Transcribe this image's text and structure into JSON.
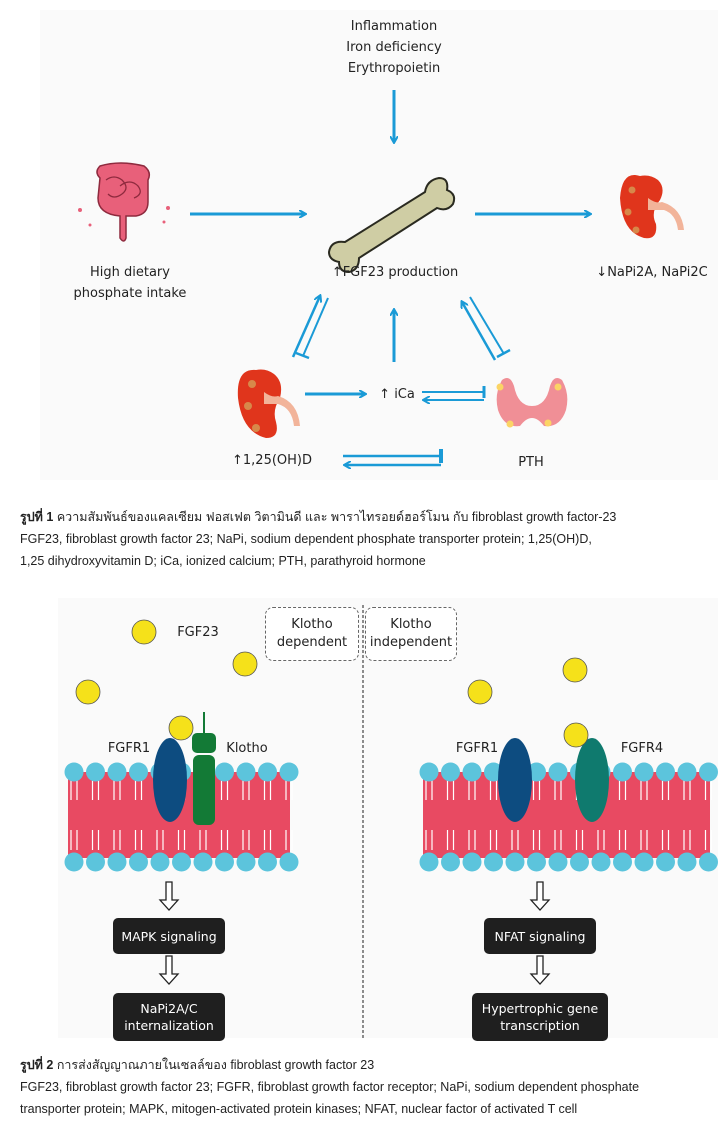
{
  "figure1": {
    "inputs_top": [
      "Inflammation",
      "Iron deficiency",
      "Erythropoietin"
    ],
    "gut_label": [
      "High dietary",
      "phosphate intake"
    ],
    "bone_label": "FGF23 production",
    "kidney_right_label": "NaPi2A, NaPi2C",
    "ica_label": "iCa",
    "kidney_bottom_label": "1,25(OH)D",
    "pth_label": "PTH",
    "arrow_color": "#1a9ad6",
    "caption_prefix": "รูปที่ 1",
    "caption_title": "ความสัมพันธ์ของแคลเซียม ฟอสเฟต วิตามินดี และ พาราไทรอยด์ฮอร์โมน กับ fibroblast growth factor-23",
    "caption_lines": [
      "FGF23, fibroblast growth factor 23; NaPi, sodium dependent phosphate transporter protein; 1,25(OH)D,",
      "1,25 dihydroxyvitamin D; iCa, ionized calcium; PTH, parathyroid hormone"
    ]
  },
  "figure2": {
    "fgf23_label": "FGF23",
    "klotho_dependent": [
      "Klotho",
      "dependent"
    ],
    "klotho_independent": [
      "Klotho",
      "independent"
    ],
    "left": {
      "receptor_label": "FGFR1",
      "coreceptor_label": "Klotho",
      "step1": "MAPK signaling",
      "step2": [
        "NaPi2A/C",
        "internalization"
      ]
    },
    "right": {
      "receptor1_label": "FGFR1",
      "receptor2_label": "FGFR4",
      "step1": "NFAT signaling",
      "step2": [
        "Hypertrophic gene",
        "transcription"
      ]
    },
    "colors": {
      "ligand": "#f5e11a",
      "fgfr1": "#0d4c80",
      "klotho": "#137a36",
      "fgfr4": "#0f7a6e",
      "membrane": "#e84a62",
      "lipid_head": "#5cc4dc"
    },
    "caption_prefix": "รูปที่ 2",
    "caption_title": "การส่งสัญญาณภายในเซลล์ของ fibroblast growth factor 23",
    "caption_lines": [
      "FGF23, fibroblast growth factor 23; FGFR, fibroblast growth factor receptor; NaPi, sodium dependent phosphate",
      "transporter protein; MAPK, mitogen-activated protein kinases; NFAT, nuclear factor of activated T cell"
    ]
  }
}
